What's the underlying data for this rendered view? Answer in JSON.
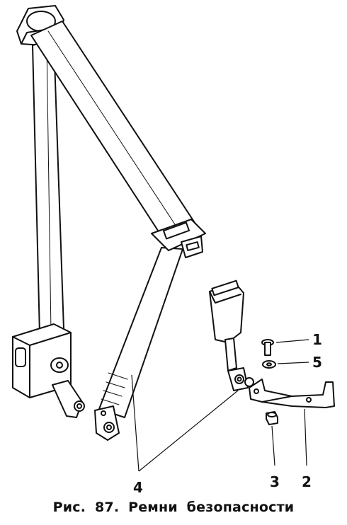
{
  "figure": {
    "caption": "Рис. 87. Ремни безопасности",
    "callouts": {
      "c1": "1",
      "c2": "2",
      "c3": "3",
      "c4": "4",
      "c5": "5"
    },
    "colors": {
      "line": "#111111",
      "fill": "#ffffff",
      "shade": "#cfcfcf"
    }
  }
}
